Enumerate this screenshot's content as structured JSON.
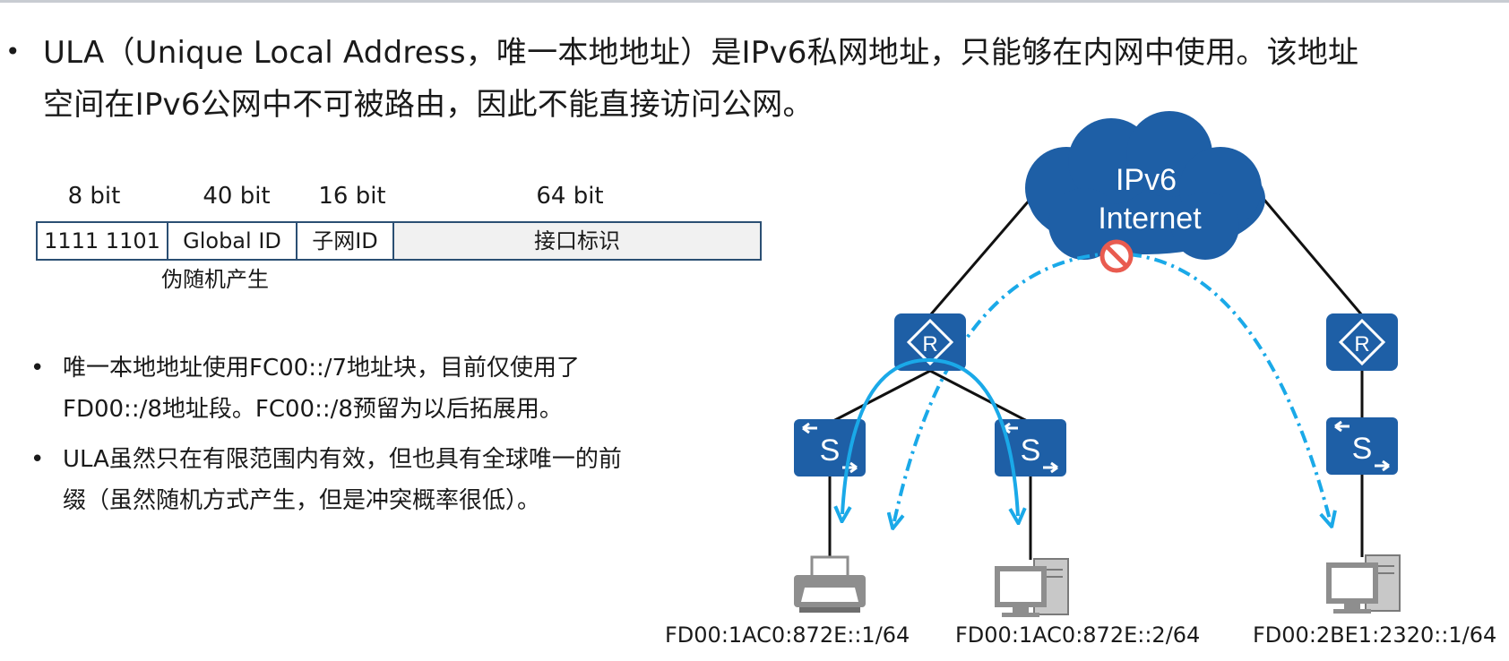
{
  "intro": {
    "bullet": "•",
    "text_line1": "ULA（Unique Local Address，唯一本地地址）是IPv6私网地址，只能够在内网中使用。该地址",
    "text_line2": "空间在IPv6公网中不可被路由，因此不能直接访问公网。"
  },
  "address_format": {
    "bit_labels": [
      "8 bit",
      "40 bit",
      "16 bit",
      "64 bit"
    ],
    "fields": [
      "1111 1101",
      "Global ID",
      "子网ID",
      "接口标识"
    ],
    "global_id_note": "伪随机产生"
  },
  "notes": [
    {
      "bullet": "•",
      "line1": "唯一本地地址使用FC00::/7地址块，目前仅使用了",
      "line2": "FD00::/8地址段。FC00::/8预留为以后拓展用。"
    },
    {
      "bullet": "•",
      "line1": "ULA虽然只在有限范围内有效，但也具有全球唯一的前",
      "line2": "缀（虽然随机方式产生，但是冲突概率很低）。"
    }
  ],
  "network": {
    "cloud_line1": "IPv6",
    "cloud_line2": "Internet",
    "router_symbol": "R",
    "switch_symbol": "S",
    "hosts": [
      {
        "device": "printer",
        "address": "FD00:1AC0:872E::1/64"
      },
      {
        "device": "computer",
        "address": "FD00:1AC0:872E::2/64"
      },
      {
        "device": "computer",
        "address": "FD00:2BE1:2320::1/64"
      }
    ],
    "icons": [
      "cloud-icon",
      "blocked-icon",
      "router-icon",
      "switch-icon",
      "printer-icon",
      "computer-icon"
    ],
    "colors": {
      "device_blue": "#1565a8",
      "arrow_cyan": "#1aa9e8",
      "blocked_red": "#e95b4f",
      "device_gray": "#8e8e8e",
      "table_border": "#2b4f73"
    }
  }
}
